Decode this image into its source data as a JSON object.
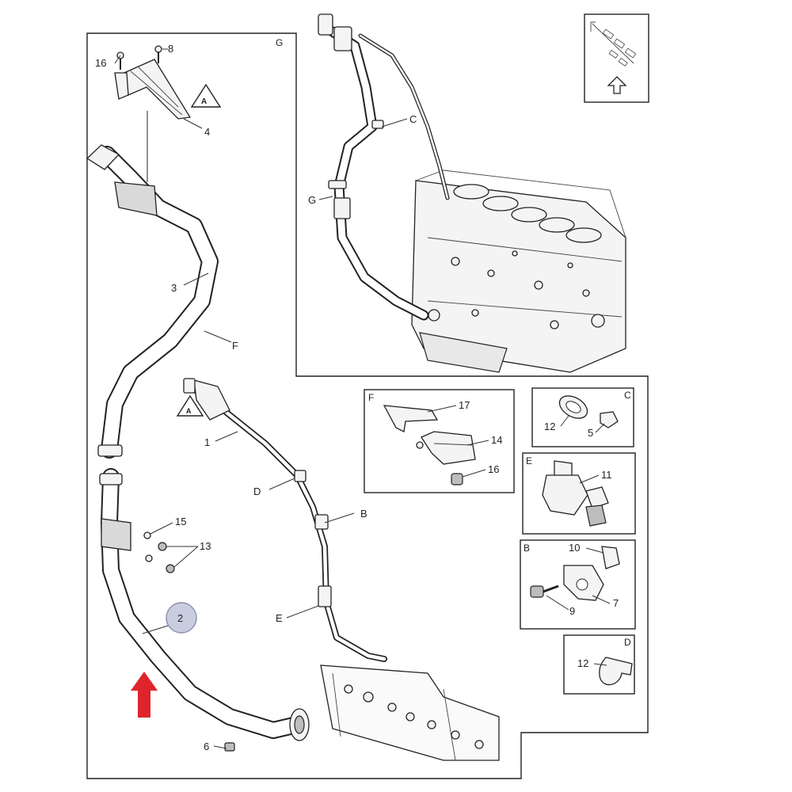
{
  "main_frame": {
    "section_letter": "G"
  },
  "callouts": {
    "n16_top": "16",
    "n8": "8",
    "n4": "4",
    "n3": "3",
    "lF": "F",
    "n1": "1",
    "lD": "D",
    "lB": "B",
    "n15": "15",
    "n13": "13",
    "n2": "2",
    "lE": "E",
    "n6": "6",
    "lC": "C",
    "lG": "G"
  },
  "detail_boxes": {
    "F": {
      "letter": "F",
      "labels": [
        "17",
        "14",
        "16"
      ]
    },
    "C": {
      "letter": "C",
      "labels": [
        "12",
        "5"
      ]
    },
    "E": {
      "letter": "E",
      "labels": [
        "11"
      ]
    },
    "B": {
      "letter": "B",
      "labels": [
        "10",
        "9",
        "7"
      ]
    },
    "D": {
      "letter": "D",
      "labels": [
        "12"
      ]
    }
  },
  "colors": {
    "highlight_circle_fill": "#c9cde0",
    "highlight_circle_stroke": "#8a8fb0",
    "arrow_red": "#e0242b",
    "line": "#222222"
  },
  "icons": {
    "warning": "warning-triangle-icon",
    "orientation": "orientation-up-arrow-icon",
    "direction": "red-up-arrow-icon"
  }
}
